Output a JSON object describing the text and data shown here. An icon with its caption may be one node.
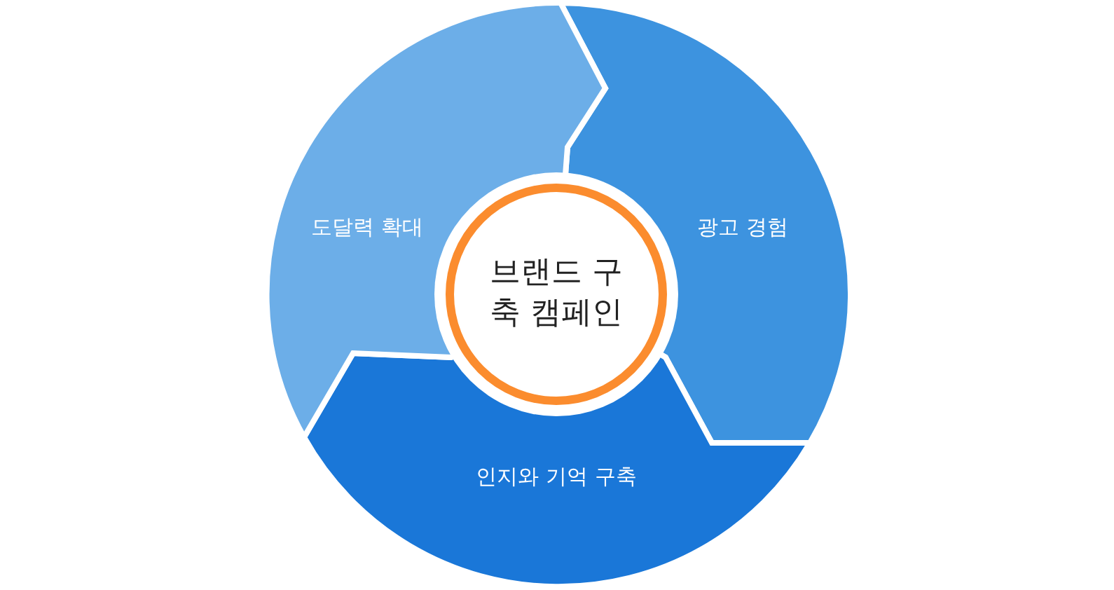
{
  "diagram": {
    "nodes": [
      {
        "text": [
          "브랜드 구축 캠페인"
        ]
      },
      {
        "text": [
          "광고 경험"
        ]
      },
      {
        "text": [
          "인지와 기억 구축"
        ]
      },
      {
        "text": [
          "도달력 확대"
        ]
      }
    ]
  }
}
